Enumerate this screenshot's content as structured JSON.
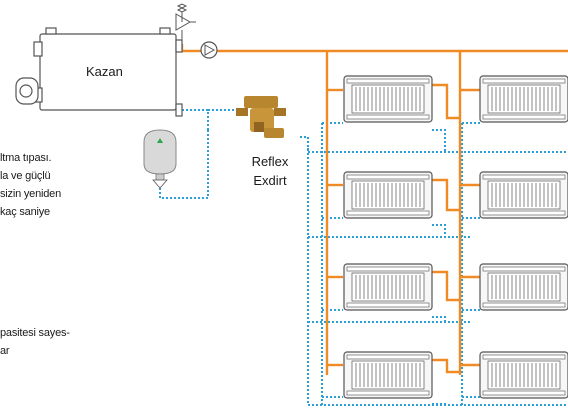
{
  "diagram": {
    "boiler_label": "Kazan",
    "device_label_line1": "Reflex",
    "device_label_line2": "Exdirt",
    "left_text_top": [
      "ltma tıpası.",
      "la ve güçlü",
      "sizin yeniden",
      "kaç saniye"
    ],
    "left_text_bottom": [
      "pasitesi sayes-",
      "ar"
    ],
    "colors": {
      "supply_pipe": "#f08a24",
      "return_pipe": "#2a9fd8",
      "outline": "#555555"
    },
    "icons": [
      "boiler",
      "pump-icon",
      "safety-valve-icon",
      "expansion-vessel",
      "dirt-separator",
      "radiator"
    ]
  }
}
